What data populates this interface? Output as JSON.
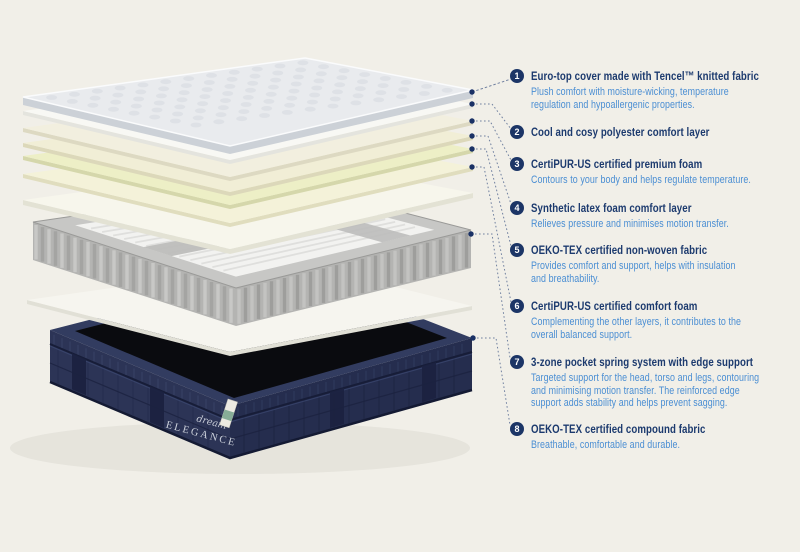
{
  "colors": {
    "background": "#f1efe8",
    "title_navy": "#1c3a6e",
    "description_blue": "#4a8ed3",
    "badge_navy": "#1c3566",
    "dot_navy": "#1a3165",
    "leader_line": "#7181a0"
  },
  "brand": {
    "line1": "dream",
    "line2": "ELEGANCE"
  },
  "annotations": {
    "items": [
      {
        "number": "1",
        "title": "Euro-top cover made with Tencel™ knitted fabric",
        "description_lines": [
          "Plush comfort with moisture-wicking, temperature",
          "regulation and hypoallergenic properties."
        ]
      },
      {
        "number": "2",
        "title": "Cool and cosy polyester comfort layer",
        "description_lines": []
      },
      {
        "number": "3",
        "title": "CertiPUR-US certified premium foam",
        "description_lines": [
          "Contours to your body and helps regulate temperature."
        ]
      },
      {
        "number": "4",
        "title": "Synthetic latex foam comfort layer",
        "description_lines": [
          "Relieves pressure and minimises motion transfer."
        ]
      },
      {
        "number": "5",
        "title": "OEKO-TEX certified non-woven fabric",
        "description_lines": [
          "Provides comfort and support, helps with insulation",
          "and breathability."
        ]
      },
      {
        "number": "6",
        "title": "CertiPUR-US certified comfort foam",
        "description_lines": [
          "Complementing the other layers, it contributes to the",
          "overall balanced support."
        ]
      },
      {
        "number": "7",
        "title": "3-zone pocket spring system with edge support",
        "description_lines": [
          "Targeted support for the head, torso and legs, contouring",
          "and minimising motion transfer. The reinforced edge",
          "support adds stability and helps prevent sagging."
        ]
      },
      {
        "number": "8",
        "title": "OEKO-TEX certified compound fabric",
        "description_lines": [
          "Breathable, comfortable and durable."
        ]
      }
    ]
  },
  "illustration": {
    "layers": [
      {
        "name": "euro-top-cover",
        "top": "#e9ebee",
        "side": "#ccd1d7"
      },
      {
        "name": "polyester-comfort-layer",
        "top": "#f8f8f4",
        "side": "#e4e4de"
      },
      {
        "name": "premium-foam",
        "top": "#f2efdf",
        "side": "#ddd9c2"
      },
      {
        "name": "synthetic-latex-foam",
        "top": "#f1eed6",
        "side": "#dcd8ba"
      },
      {
        "name": "non-woven-fabric",
        "top": "#edefc6",
        "side": "#d5d7ab"
      },
      {
        "name": "comfort-foam",
        "top": "#f4f2d9",
        "side": "#e0ddbe"
      },
      {
        "name": "transition-foam",
        "top": "#f7f6ec",
        "side": "#e3e2d4"
      },
      {
        "name": "pocket-spring-unit",
        "top": "#c7c7c5",
        "side": "#b4b4b2",
        "coil_white": "#f2f2f0",
        "zone_band": "#bdbdbb",
        "row_line": "#dfdfdd"
      },
      {
        "name": "base-sheet",
        "top": "#f6f5ef",
        "side": "#e1e0d6"
      },
      {
        "name": "compound-fabric-base",
        "rim": "#323c60",
        "left": "#2c3456",
        "right": "#252d4e",
        "top_interior": "#0a0b0f"
      }
    ]
  }
}
